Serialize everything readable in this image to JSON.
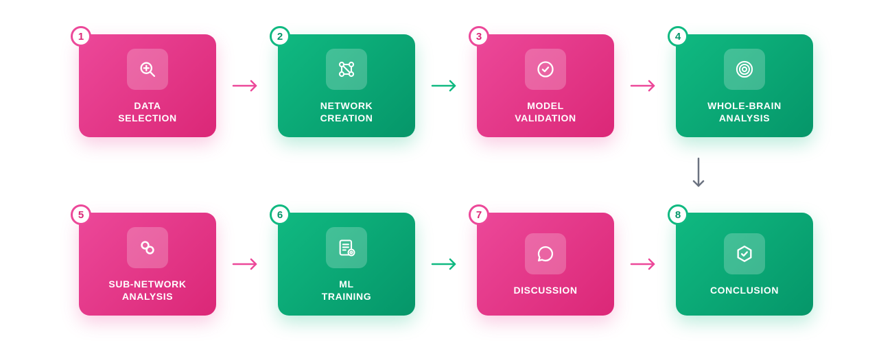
{
  "colors": {
    "pink": "#ec4899",
    "green": "#10b981",
    "down_arrow": "#6b7280"
  },
  "steps": [
    {
      "number": "1",
      "label_lines": [
        "DATA",
        "SELECTION"
      ],
      "icon": "zoom-in-icon",
      "color": "pink"
    },
    {
      "number": "2",
      "label_lines": [
        "NETWORK",
        "CREATION"
      ],
      "icon": "network-icon",
      "color": "green"
    },
    {
      "number": "3",
      "label_lines": [
        "MODEL",
        "VALIDATION"
      ],
      "icon": "check-circle-icon",
      "color": "pink"
    },
    {
      "number": "4",
      "label_lines": [
        "WHOLE-BRAIN",
        "ANALYSIS"
      ],
      "icon": "target-icon",
      "color": "green"
    },
    {
      "number": "5",
      "label_lines": [
        "SUB-NETWORK",
        "ANALYSIS"
      ],
      "icon": "link-icon",
      "color": "pink"
    },
    {
      "number": "6",
      "label_lines": [
        "ML",
        "TRAINING"
      ],
      "icon": "document-settings-icon",
      "color": "green"
    },
    {
      "number": "7",
      "label_lines": [
        "DISCUSSION"
      ],
      "icon": "chat-bubble-icon",
      "color": "pink"
    },
    {
      "number": "8",
      "label_lines": [
        "CONCLUSION"
      ],
      "icon": "hexagon-check-icon",
      "color": "green"
    }
  ]
}
